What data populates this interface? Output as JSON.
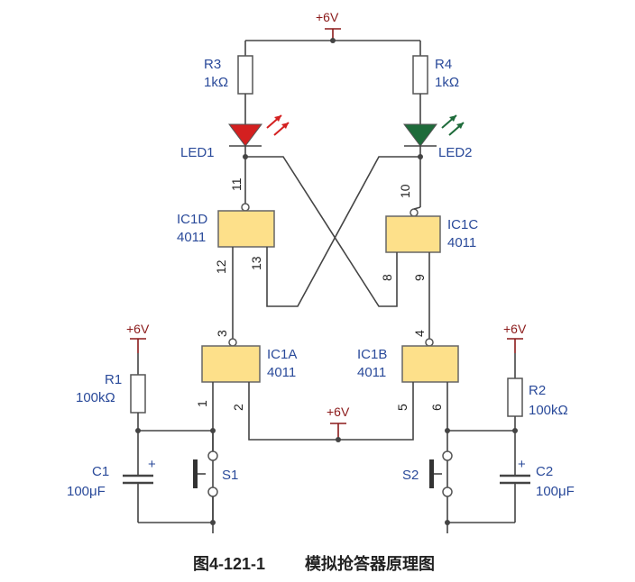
{
  "supply": {
    "top": "+6V",
    "left": "+6V",
    "mid": "+6V",
    "right": "+6V"
  },
  "resistors": {
    "r3": {
      "name": "R3",
      "value": "1kΩ"
    },
    "r4": {
      "name": "R4",
      "value": "1kΩ"
    },
    "r1": {
      "name": "R1",
      "value": "100kΩ"
    },
    "r2": {
      "name": "R2",
      "value": "100kΩ"
    }
  },
  "leds": {
    "led1": {
      "name": "LED1",
      "color": "#d42020"
    },
    "led2": {
      "name": "LED2",
      "color": "#1e6b3a"
    }
  },
  "gates": {
    "ic1d": {
      "name": "IC1D",
      "part": "4011"
    },
    "ic1c": {
      "name": "IC1C",
      "part": "4011"
    },
    "ic1a": {
      "name": "IC1A",
      "part": "4011"
    },
    "ic1b": {
      "name": "IC1B",
      "part": "4011"
    },
    "color": "#fde08a"
  },
  "pins": {
    "p11": "11",
    "p12": "12",
    "p13": "13",
    "p10": "10",
    "p8": "8",
    "p9": "9",
    "p3": "3",
    "p1": "1",
    "p2": "2",
    "p4": "4",
    "p5": "5",
    "p6": "6"
  },
  "capacitors": {
    "c1": {
      "name": "C1",
      "value": "100μF",
      "polarity": "+"
    },
    "c2": {
      "name": "C2",
      "value": "100μF",
      "polarity": "+"
    }
  },
  "switches": {
    "s1": "S1",
    "s2": "S2"
  },
  "caption": {
    "figure": "图4-121-1",
    "title": "模拟抢答器原理图"
  }
}
